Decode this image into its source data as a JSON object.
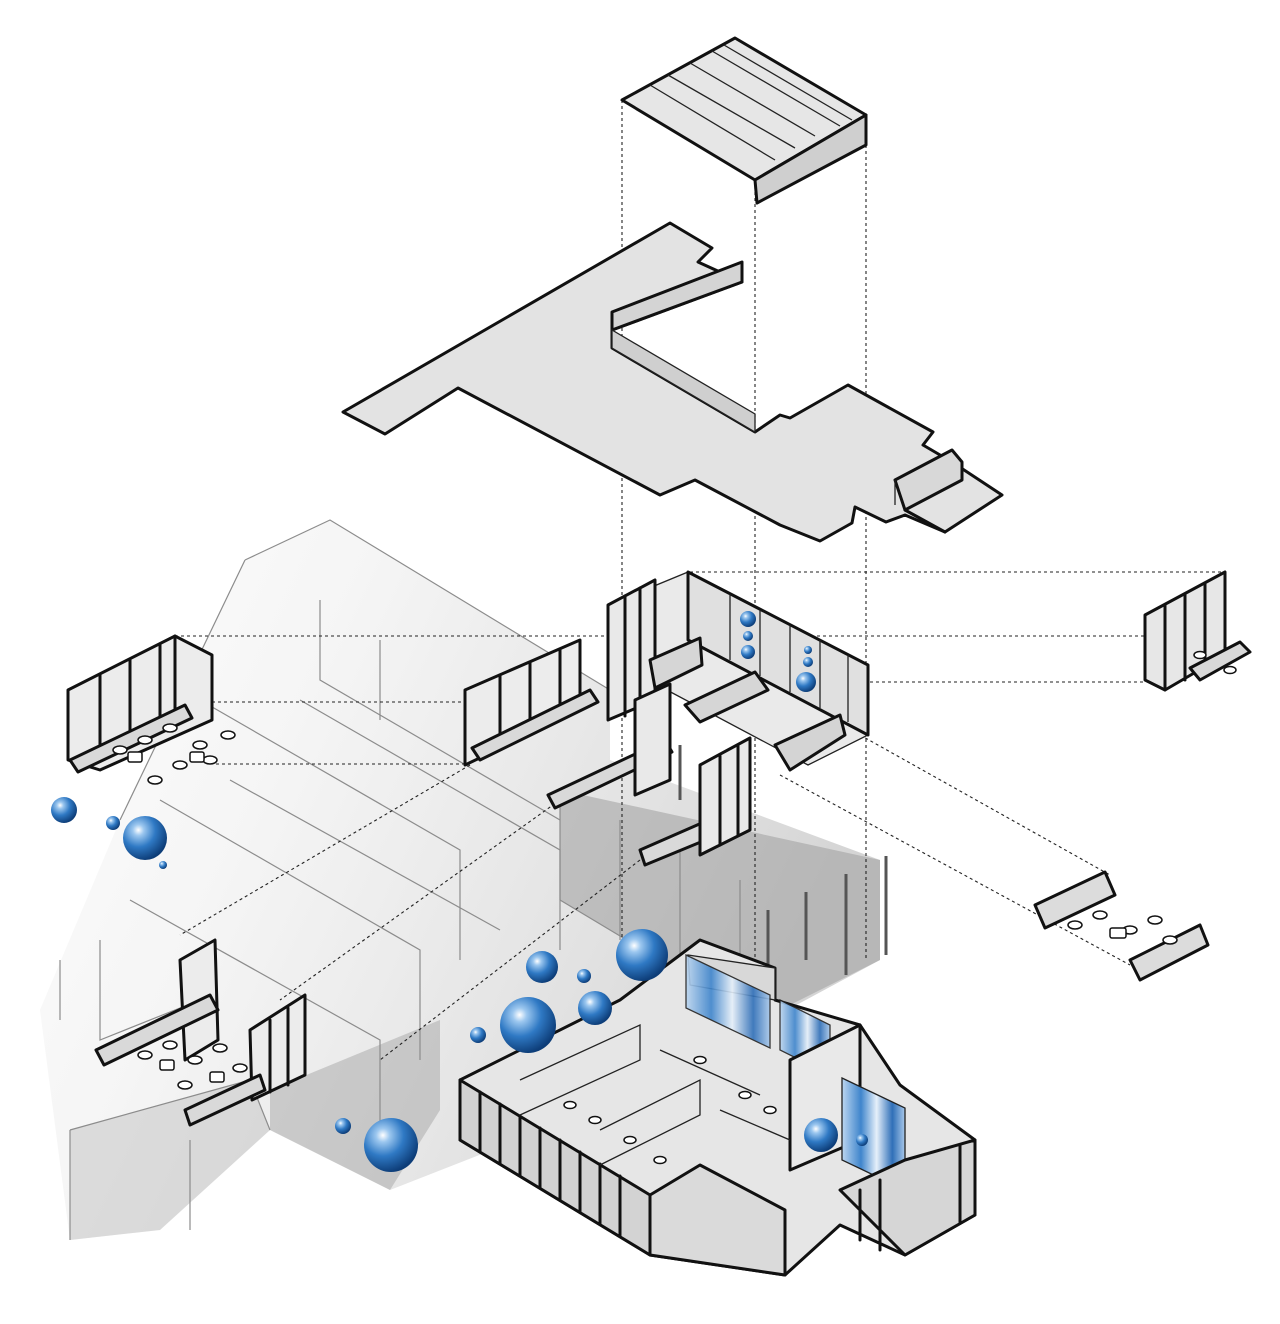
{
  "diagram": {
    "kind": "exploded-axonometric-interior",
    "colors": {
      "surface": "#e3e3e3",
      "surface_light": "#eeeeee",
      "line": "#111111",
      "glass_blue": "#2f79c4",
      "glass_light": "#bcd6f0",
      "ghost": "#9a9a9a"
    },
    "layers": [
      {
        "id": "roof-panel"
      },
      {
        "id": "ceiling-plan"
      },
      {
        "id": "upper-fitout"
      },
      {
        "id": "left-module"
      },
      {
        "id": "right-module"
      },
      {
        "id": "lounge-module"
      },
      {
        "id": "lower-left-module"
      },
      {
        "id": "ground-floor"
      },
      {
        "id": "ghost-volume"
      }
    ],
    "icons": [
      "sphere-icon",
      "chair-icon",
      "table-icon"
    ]
  }
}
